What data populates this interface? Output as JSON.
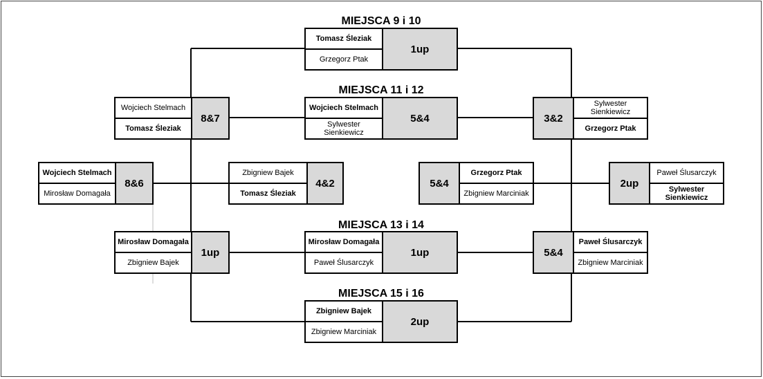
{
  "titles": {
    "places_9_10": "MIEJSCA 9 i 10",
    "places_11_12": "MIEJSCA 11 i 12",
    "places_13_14": "MIEJSCA 13 i 14",
    "places_15_16": "MIEJSCA 15 i 16"
  },
  "matches": {
    "left_outer": {
      "score": "8&6",
      "player1": "Wojciech Stelmach",
      "player2": "Mirosław Domagała"
    },
    "left_top": {
      "score": "8&7",
      "player1": "Wojciech Stelmach",
      "player2": "Tomasz Śleziak"
    },
    "left_bottom": {
      "score": "1up",
      "player1": "Mirosław Domagała",
      "player2": "Zbigniew Bajek"
    },
    "center_left": {
      "score": "4&2",
      "player1": "Zbigniew Bajek",
      "player2": "Tomasz Śleziak"
    },
    "final_9_10": {
      "score": "1up",
      "player1": "Tomasz Śleziak",
      "player2": "Grzegorz Ptak"
    },
    "final_11_12": {
      "score": "5&4",
      "player1": "Wojciech Stelmach",
      "player2": "Sylwester Sienkiewicz"
    },
    "final_13_14": {
      "score": "1up",
      "player1": "Mirosław Domagała",
      "player2": "Paweł Ślusarczyk"
    },
    "final_15_16": {
      "score": "2up",
      "player1": "Zbigniew Bajek",
      "player2": "Zbigniew Marciniak"
    },
    "center_right": {
      "score": "5&4",
      "player1": "Grzegorz Ptak",
      "player2": "Zbigniew Marciniak"
    },
    "right_top": {
      "score": "3&2",
      "player1": "Sylwester Sienkiewicz",
      "player2": "Grzegorz Ptak"
    },
    "right_bottom": {
      "score": "5&4",
      "player1": "Paweł Ślusarczyk",
      "player2": "Zbigniew Marciniak"
    },
    "right_outer": {
      "score": "2up",
      "player1": "Paweł Ślusarczyk",
      "player2": "Sylwester Sienkiewicz"
    }
  }
}
